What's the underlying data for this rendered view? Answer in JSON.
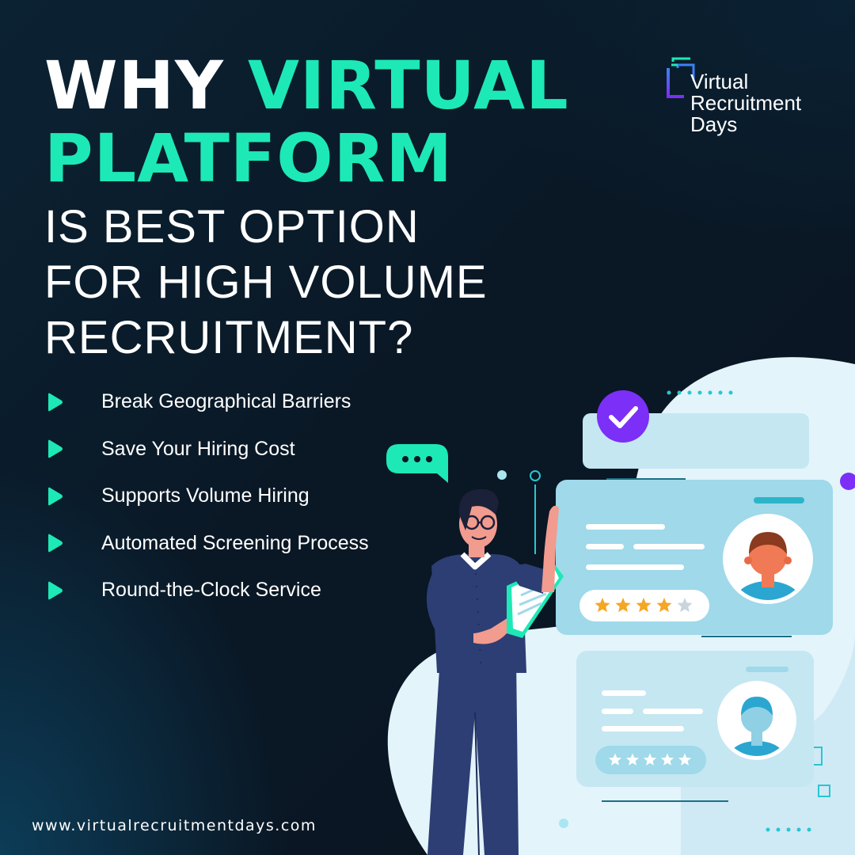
{
  "headline": {
    "word_why": "WHY",
    "word_virtual": "VIRTUAL",
    "word_platform": "PLATFORM",
    "line_3": "IS BEST OPTION",
    "line_4": "FOR HIGH VOLUME",
    "line_5": "RECRUITMENT?"
  },
  "brand": {
    "line_1": "Virtual",
    "line_2": "Recruitment",
    "line_3": "Days"
  },
  "benefits": [
    {
      "label": "Break Geographical Barriers"
    },
    {
      "label": "Save Your Hiring Cost"
    },
    {
      "label": "Supports Volume Hiring"
    },
    {
      "label": "Automated Screening Process"
    },
    {
      "label": "Round-the-Clock Service"
    }
  ],
  "footer": {
    "url": "www.virtualrecruitmentdays.com"
  },
  "illustration": {
    "profile_card_top": {
      "rating": 4,
      "max_rating": 5
    },
    "profile_card_bottom": {
      "rating": 5,
      "max_rating": 5
    }
  },
  "colors": {
    "accent_green": "#1de9b6",
    "accent_purple": "#7b2ff7",
    "background": "#0a1826",
    "card_blue": "#9fd9ea",
    "star_gold": "#f5a623"
  },
  "icons": [
    "logo-icon",
    "bullet-play-icon",
    "check-icon",
    "chat-bubble-icon",
    "star-icon",
    "avatar-icon"
  ]
}
